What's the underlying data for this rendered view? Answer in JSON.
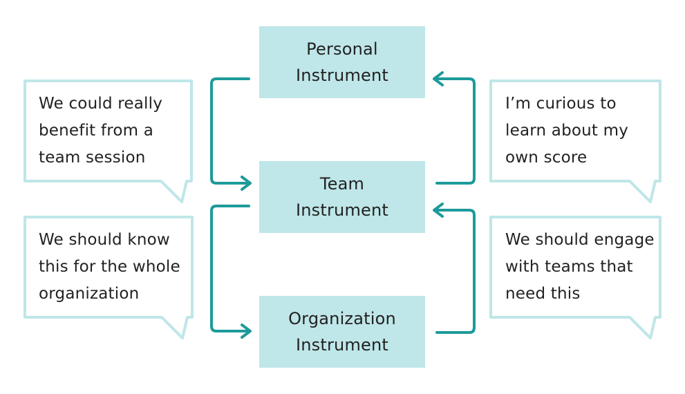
{
  "colors": {
    "box_fill": "#bfe6e8",
    "bubble_border": "#bfe6e8",
    "arrow": "#1d9a9a",
    "text": "#222222"
  },
  "instruments": {
    "personal": [
      "Personal",
      "Instrument"
    ],
    "team": [
      "Team",
      "Instrument"
    ],
    "organization": [
      "Organization",
      "Instrument"
    ]
  },
  "bubbles": {
    "left_top": [
      "We could really",
      "benefit from a",
      "team session"
    ],
    "left_bottom": [
      "We should know",
      "this for the whole",
      "organization"
    ],
    "right_top": [
      "I’m curious to",
      "learn about my",
      "own score"
    ],
    "right_bottom": [
      "We should engage",
      "with teams that",
      "need this"
    ]
  }
}
